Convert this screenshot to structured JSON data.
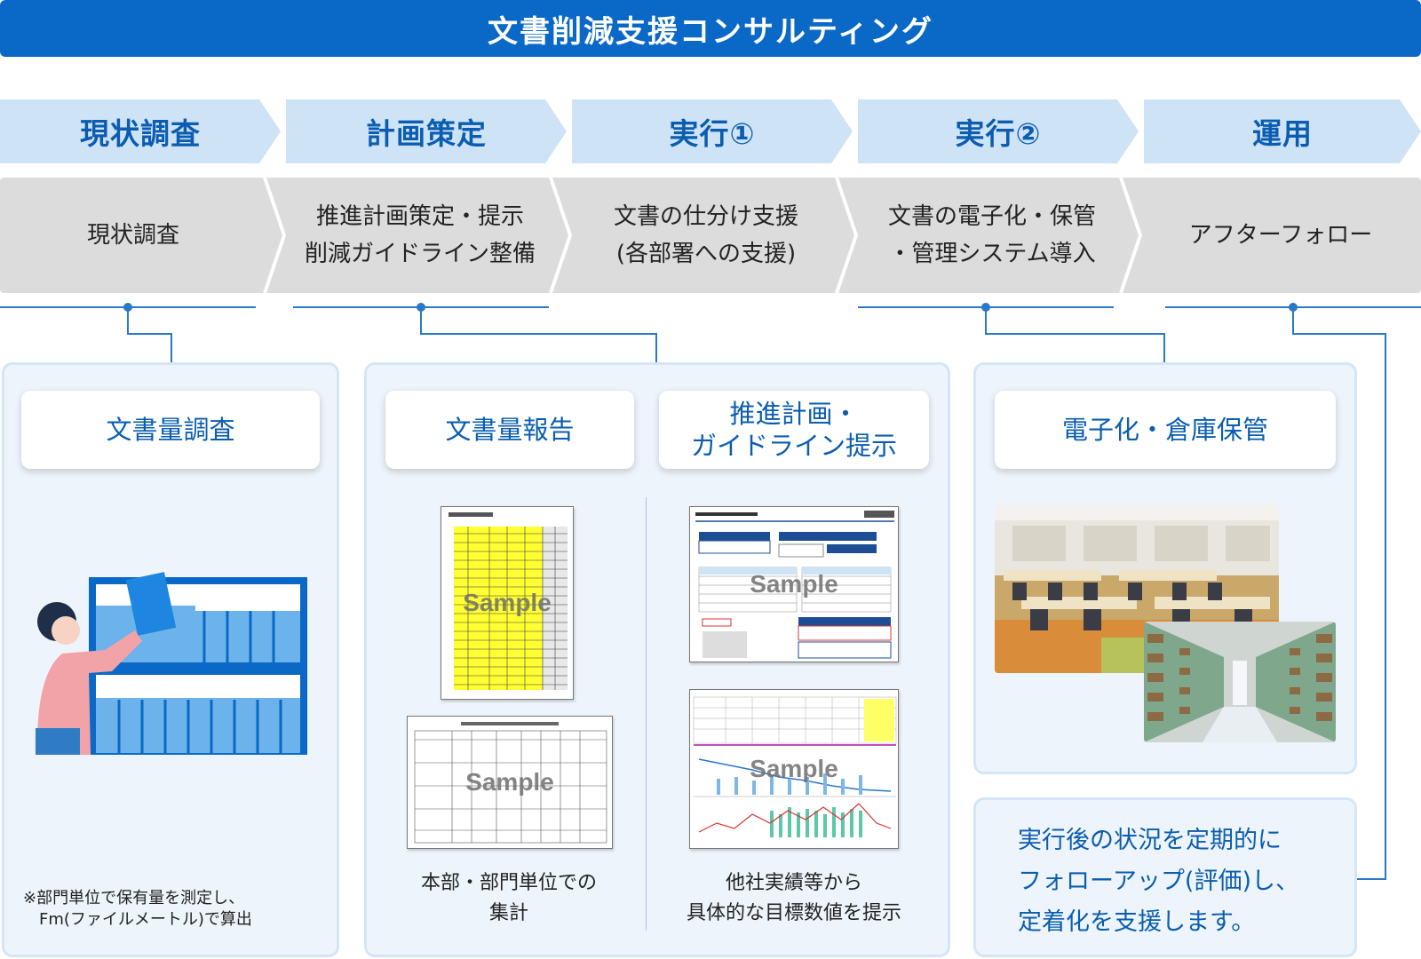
{
  "header": {
    "title": "文書削減支援コンサルティング"
  },
  "phases": [
    {
      "label": "現状調査"
    },
    {
      "label": "計画策定"
    },
    {
      "label": "実行①"
    },
    {
      "label": "実行②"
    },
    {
      "label": "運用"
    }
  ],
  "steps": [
    {
      "text": "現状調査"
    },
    {
      "text": "推進計画策定・提示\n削減ガイドライン整備"
    },
    {
      "text": "文書の仕分け支援\n(各部署への支援)"
    },
    {
      "text": "文書の電子化・保管\n・管理システム導入"
    },
    {
      "text": "アフターフォロー"
    }
  ],
  "panel_survey": {
    "heading": "文書量調査",
    "note": "※部門単位で保有量を測定し、\n　Fm(ファイルメートル)で算出"
  },
  "panel_report": {
    "heading_report": "文書量報告",
    "heading_plan": "推進計画・\nガイドライン提示",
    "sample_label": "Sample",
    "caption_report": "本部・部門単位での\n集計",
    "caption_plan": "他社実績等から\n具体的な目標数値を提示"
  },
  "panel_storage": {
    "heading": "電子化・倉庫保管"
  },
  "panel_follow": {
    "text": "実行後の状況を定期的に\nフォローアップ(評価)し、\n定着化を支援します。"
  },
  "colors": {
    "brand_blue": "#0a68c6",
    "phase_bg": "#cfe3f6",
    "step_bg": "#dcdcdc",
    "panel_bg": "#eef4fb",
    "highlight_yellow": "#ffff33"
  }
}
